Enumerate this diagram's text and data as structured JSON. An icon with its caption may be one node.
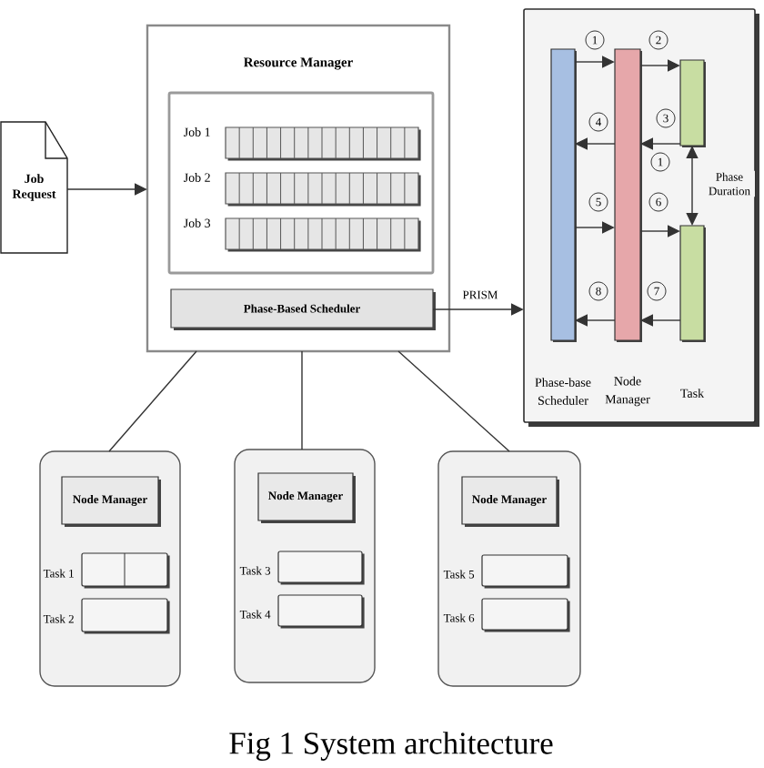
{
  "diagram": {
    "caption": "Fig 1 System architecture",
    "nodes": [
      {
        "text": [
          "Job Request"
        ]
      },
      {
        "text": [
          "Resource Manager"
        ]
      },
      {
        "text": [],
        "shape": "box",
        "in": 1
      },
      {
        "text": [],
        "shape": "bar",
        "beside": [
          "Job 1"
        ],
        "in": 2
      },
      {
        "text": [],
        "shape": "bar",
        "beside": [
          "Job 2"
        ],
        "in": 2
      },
      {
        "text": [],
        "shape": "bar",
        "beside": [
          "Job 3"
        ],
        "in": 2
      },
      {
        "text": [
          "Phase-Based Scheduler"
        ],
        "in": 1
      },
      {
        "text": [],
        "shape": "box"
      },
      {
        "text": [
          "Phase-base Scheduler"
        ],
        "in": 7
      },
      {
        "text": [
          "Node Manager"
        ],
        "in": 7
      },
      {
        "text": [],
        "shape": "bar",
        "in": 7
      },
      {
        "text": [
          "Task"
        ],
        "in": 7
      },
      {
        "text": [],
        "shape": "box"
      },
      {
        "text": [
          "Node Manager"
        ],
        "in": 12
      },
      {
        "text": [],
        "shape": "box",
        "beside": [
          "Task 1"
        ],
        "in": 12
      },
      {
        "text": [],
        "shape": "box",
        "beside": [
          "Task 2"
        ],
        "in": 12
      },
      {
        "text": [],
        "shape": "box"
      },
      {
        "text": [
          "Node Manager"
        ],
        "in": 16
      },
      {
        "text": [],
        "shape": "box",
        "beside": [
          "Task 3"
        ],
        "in": 16
      },
      {
        "text": [],
        "shape": "box",
        "beside": [
          "Task 4"
        ],
        "in": 16
      },
      {
        "text": [],
        "shape": "box"
      },
      {
        "text": [
          "Node Manager"
        ],
        "in": 20
      },
      {
        "text": [],
        "shape": "box",
        "beside": [
          "Task 5"
        ],
        "in": 20
      },
      {
        "text": [],
        "shape": "box",
        "beside": [
          "Task 6"
        ],
        "in": 20
      }
    ],
    "edges": [
      {
        "from": 0,
        "to": 1,
        "arrow": "to"
      },
      {
        "from": 6,
        "to": 7,
        "arrow": "to",
        "label": "PRISM"
      },
      {
        "from": 8,
        "to": 9,
        "arrow": "to",
        "label": "1"
      },
      {
        "from": 9,
        "to": 10,
        "arrow": "to",
        "label": "2"
      },
      {
        "from": 10,
        "to": 9,
        "arrow": "to",
        "label": "3"
      },
      {
        "from": 9,
        "to": 8,
        "arrow": "to",
        "label": "4"
      },
      {
        "from": 8,
        "to": 9,
        "arrow": "to",
        "label": "5"
      },
      {
        "from": 9,
        "to": 11,
        "arrow": "to",
        "label": "6"
      },
      {
        "from": 11,
        "to": 9,
        "arrow": "to",
        "label": "7"
      },
      {
        "from": 9,
        "to": 8,
        "arrow": "to",
        "label": "8"
      },
      {
        "from": 10,
        "to": 11,
        "arrow": "both",
        "label": "Phase Duration"
      },
      {
        "from": 1,
        "to": 12,
        "arrow": "none"
      },
      {
        "from": 1,
        "to": 16,
        "arrow": "none"
      },
      {
        "from": 1,
        "to": 20,
        "arrow": "none"
      }
    ],
    "labels": [
      "1"
    ]
  }
}
